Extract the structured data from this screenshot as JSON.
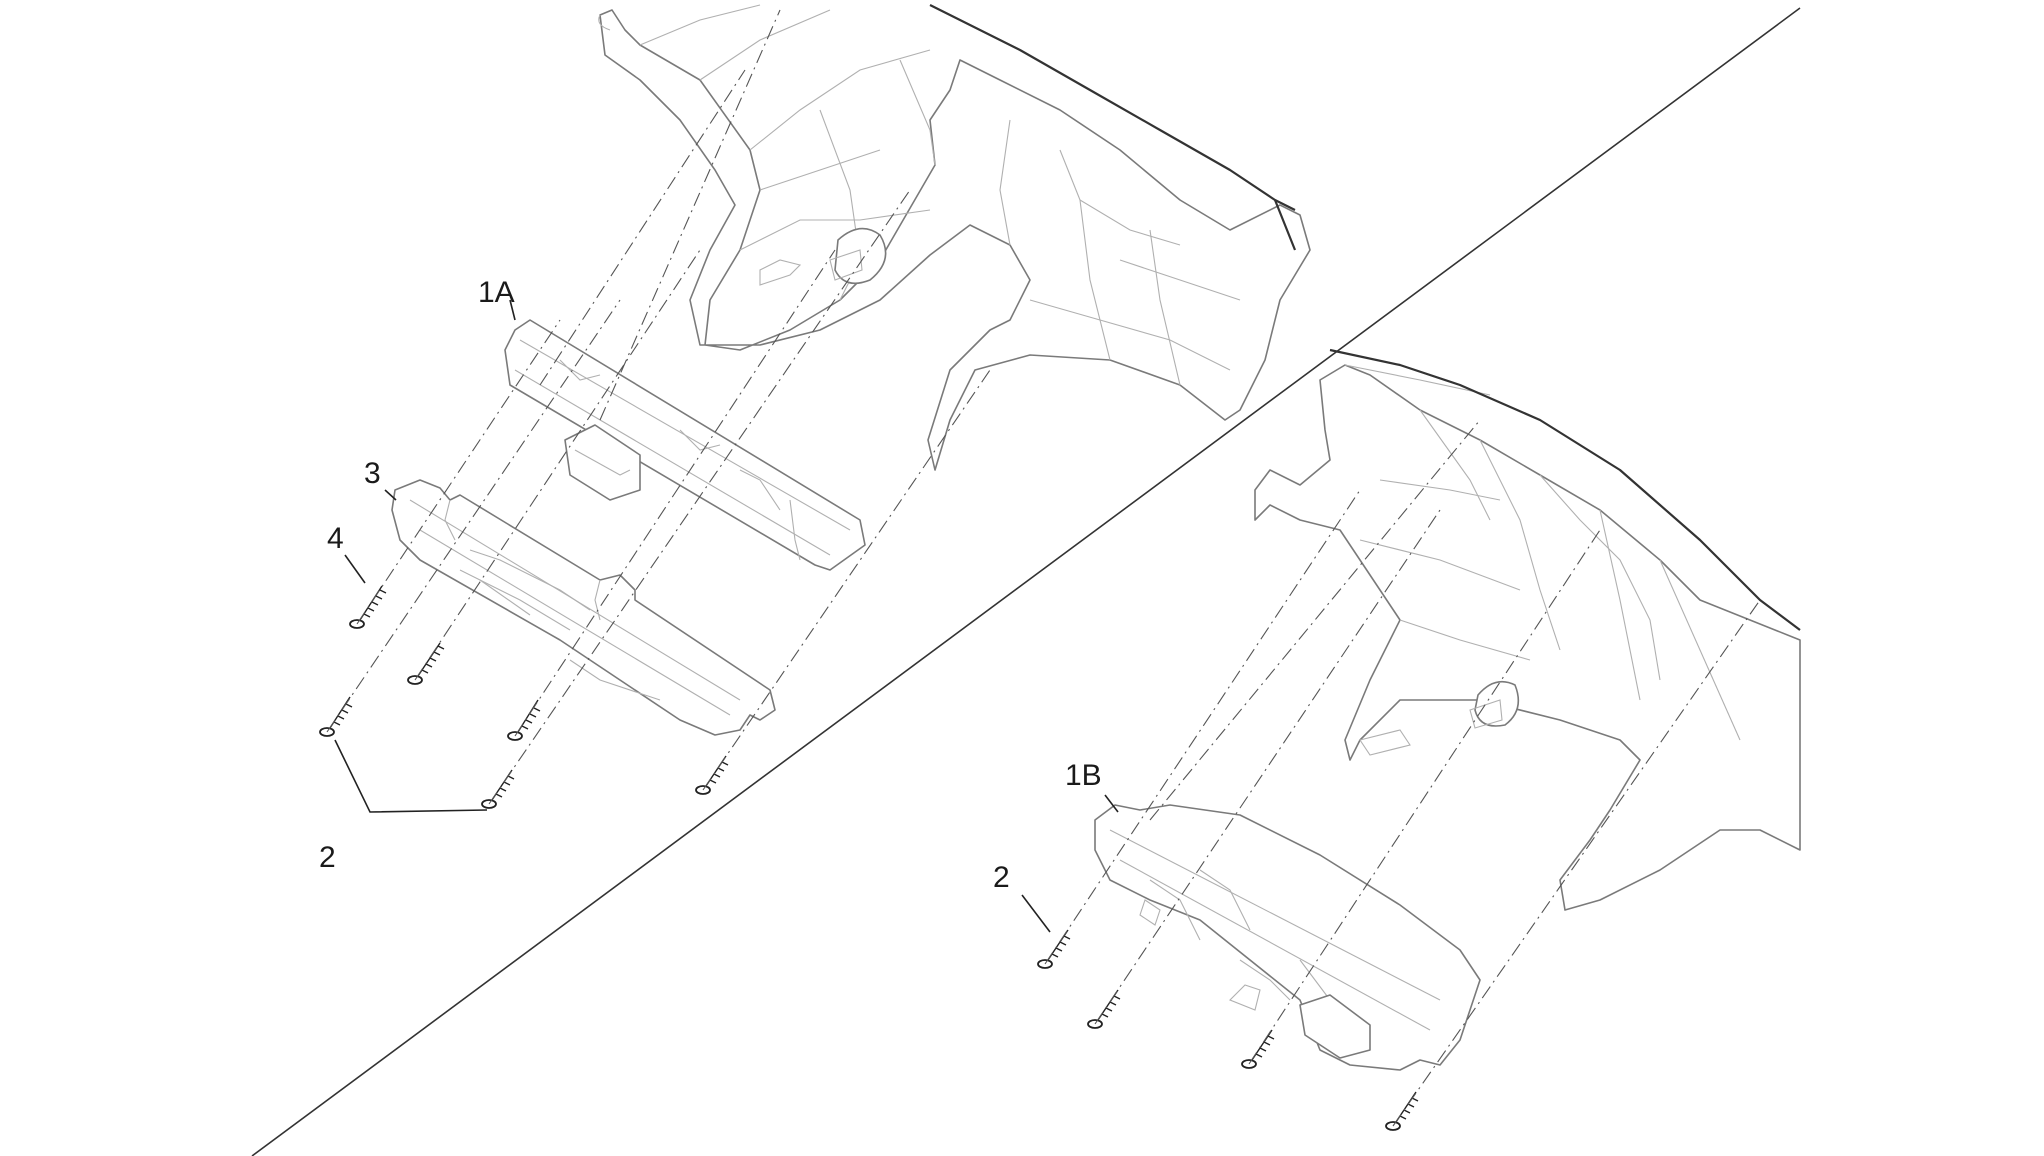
{
  "diagram": {
    "callouts": {
      "part_1a": "1A",
      "part_1b": "1B",
      "part_2_left": "2",
      "part_2_right": "2",
      "part_3": "3",
      "part_4": "4"
    },
    "colors": {
      "line": "#333333",
      "light_line": "#b0b0b0",
      "background": "#ffffff"
    }
  }
}
